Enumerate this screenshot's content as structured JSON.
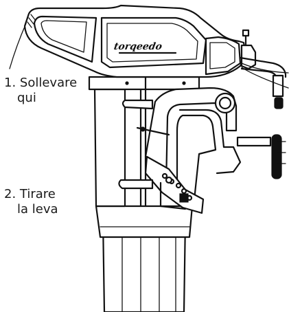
{
  "brand": {
    "logo_text": "torqeedo"
  },
  "callouts": [
    {
      "number": "1.",
      "line1": "Sollevare",
      "line2": "qui"
    },
    {
      "number": "2.",
      "line1": "Tirare",
      "line2": "la leva"
    }
  ],
  "colors": {
    "ink": "#111111",
    "background": "#ffffff"
  }
}
